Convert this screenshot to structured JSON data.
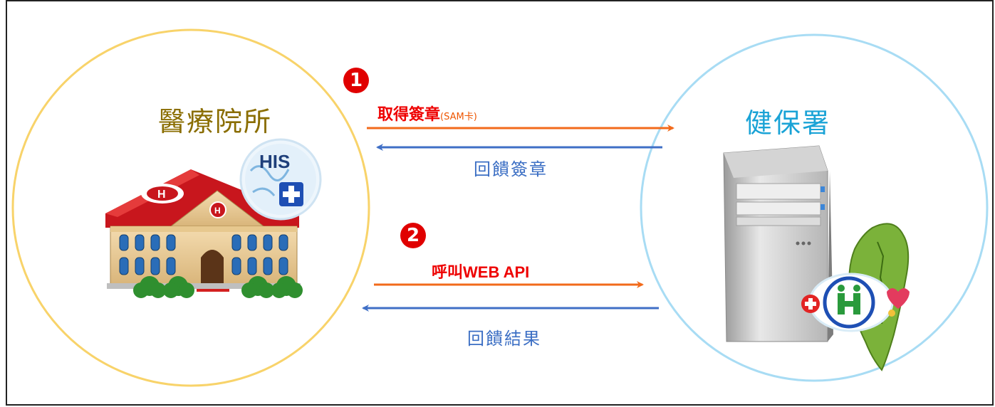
{
  "left_node": {
    "title": "醫療院所",
    "his_label": "HIS"
  },
  "right_node": {
    "title": "健保署"
  },
  "step1": {
    "number": "1",
    "label": "取得簽章",
    "sublabel": "(SAM卡)",
    "reply": "回饋簽章"
  },
  "step2": {
    "number": "2",
    "label": "呼叫WEB API",
    "reply": "回饋結果"
  },
  "colors": {
    "left_circle": "#f8d36a",
    "right_circle": "#a8dcf4",
    "request_arrow": "#f26a1b",
    "reply_arrow": "#3f6fc6",
    "badge": "#e00000"
  }
}
